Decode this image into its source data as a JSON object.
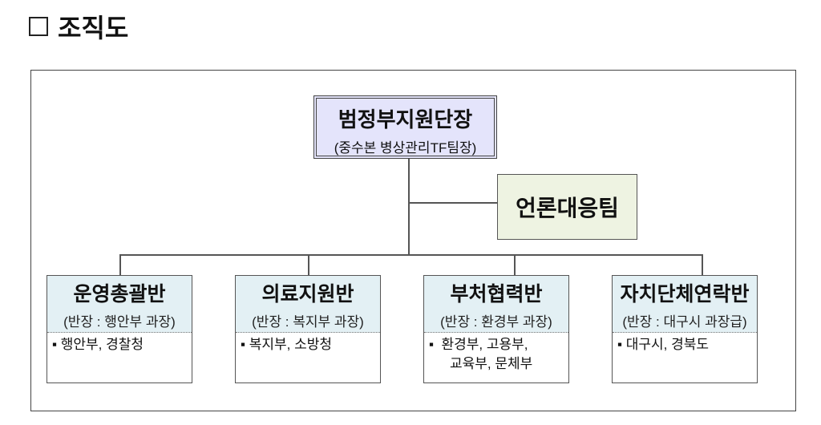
{
  "title": "조직도",
  "head": {
    "name": "범정부지원단장",
    "sub": "(중수본 병상관리TF팀장)"
  },
  "press": {
    "name": "언론대응팀"
  },
  "units": [
    {
      "name": "운영총괄반",
      "leader": "(반장 : 행안부 과장)",
      "members": [
        "행안부, 경찰청"
      ]
    },
    {
      "name": "의료지원반",
      "leader": "(반장 : 복지부 과장)",
      "members": [
        "복지부, 소방청"
      ]
    },
    {
      "name": "부처협력반",
      "leader": "(반장 : 환경부 과장)",
      "members": [
        "환경부, 고용부,",
        "교육부, 문체부"
      ]
    },
    {
      "name": "자치단체연락반",
      "leader": "(반장 : 대구시 과장급)",
      "members": [
        "대구시, 경북도"
      ]
    }
  ]
}
